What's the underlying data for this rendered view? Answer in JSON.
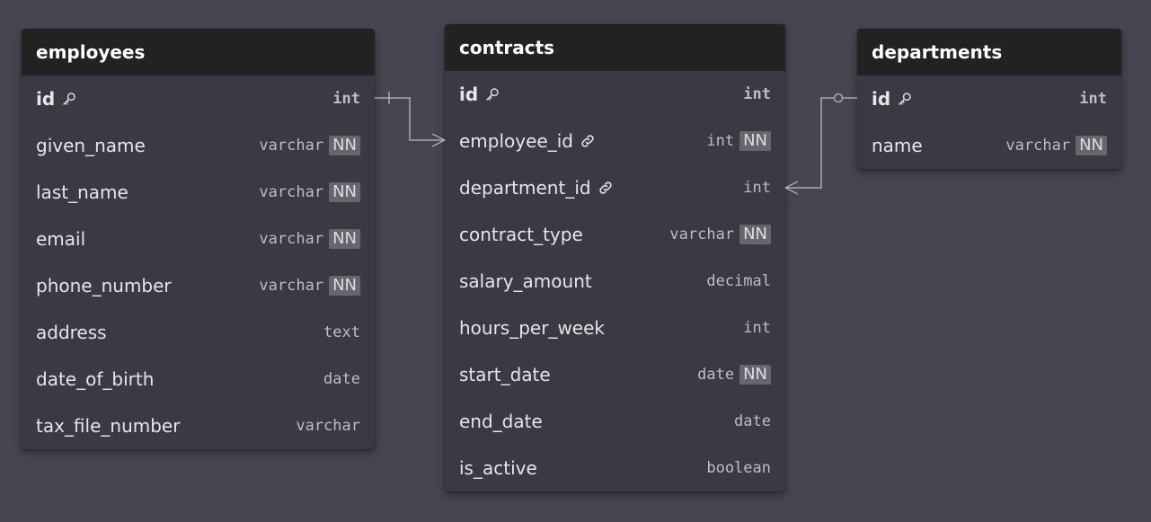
{
  "tables": {
    "employees": {
      "name": "employees",
      "columns": [
        {
          "name": "id",
          "type": "int",
          "pk": true,
          "nn": false,
          "fk": false
        },
        {
          "name": "given_name",
          "type": "varchar",
          "pk": false,
          "nn": true,
          "fk": false
        },
        {
          "name": "last_name",
          "type": "varchar",
          "pk": false,
          "nn": true,
          "fk": false
        },
        {
          "name": "email",
          "type": "varchar",
          "pk": false,
          "nn": true,
          "fk": false
        },
        {
          "name": "phone_number",
          "type": "varchar",
          "pk": false,
          "nn": true,
          "fk": false
        },
        {
          "name": "address",
          "type": "text",
          "pk": false,
          "nn": false,
          "fk": false
        },
        {
          "name": "date_of_birth",
          "type": "date",
          "pk": false,
          "nn": false,
          "fk": false
        },
        {
          "name": "tax_file_number",
          "type": "varchar",
          "pk": false,
          "nn": false,
          "fk": false
        }
      ]
    },
    "contracts": {
      "name": "contracts",
      "columns": [
        {
          "name": "id",
          "type": "int",
          "pk": true,
          "nn": false,
          "fk": false
        },
        {
          "name": "employee_id",
          "type": "int",
          "pk": false,
          "nn": true,
          "fk": true
        },
        {
          "name": "department_id",
          "type": "int",
          "pk": false,
          "nn": false,
          "fk": true
        },
        {
          "name": "contract_type",
          "type": "varchar",
          "pk": false,
          "nn": true,
          "fk": false
        },
        {
          "name": "salary_amount",
          "type": "decimal",
          "pk": false,
          "nn": false,
          "fk": false
        },
        {
          "name": "hours_per_week",
          "type": "int",
          "pk": false,
          "nn": false,
          "fk": false
        },
        {
          "name": "start_date",
          "type": "date",
          "pk": false,
          "nn": true,
          "fk": false
        },
        {
          "name": "end_date",
          "type": "date",
          "pk": false,
          "nn": false,
          "fk": false
        },
        {
          "name": "is_active",
          "type": "boolean",
          "pk": false,
          "nn": false,
          "fk": false
        }
      ]
    },
    "departments": {
      "name": "departments",
      "columns": [
        {
          "name": "id",
          "type": "int",
          "pk": true,
          "nn": false,
          "fk": false
        },
        {
          "name": "name",
          "type": "varchar",
          "pk": false,
          "nn": true,
          "fk": false
        }
      ]
    }
  },
  "nn_label": "NN",
  "relations": [
    {
      "from_table": "contracts",
      "from_column": "employee_id",
      "to_table": "employees",
      "to_column": "id",
      "from_end": "many",
      "to_end": "one"
    },
    {
      "from_table": "contracts",
      "from_column": "department_id",
      "to_table": "departments",
      "to_column": "id",
      "from_end": "many",
      "to_end": "zero-or-one"
    }
  ],
  "colors": {
    "background": "#45464f",
    "card": "#393a42",
    "header": "#222223",
    "nn_badge": "#66676c",
    "line": "#a9aab0"
  }
}
